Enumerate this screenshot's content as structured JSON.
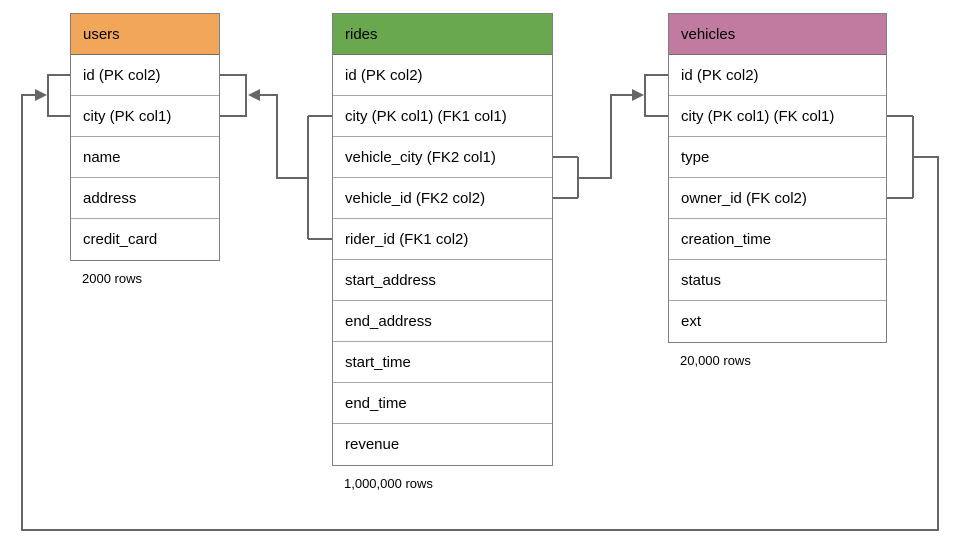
{
  "colors": {
    "connector": "#666666",
    "users_header": "#F2A65A",
    "rides_header": "#6AA84F",
    "vehicles_header": "#C27BA0",
    "cell_border": "#a6a6a6"
  },
  "tables": [
    {
      "name": "users",
      "header_color": "#F2A65A",
      "row_count": "2000 rows",
      "columns": [
        "id (PK col2)",
        "city (PK col1)",
        "name",
        "address",
        "credit_card"
      ]
    },
    {
      "name": "rides",
      "header_color": "#6AA84F",
      "row_count": "1,000,000 rows",
      "columns": [
        "id (PK col2)",
        "city (PK col1) (FK1 col1)",
        "vehicle_city (FK2 col1)",
        "vehicle_id (FK2 col2)",
        "rider_id (FK1 col2)",
        "start_address",
        "end_address",
        "start_time",
        "end_time",
        "revenue"
      ]
    },
    {
      "name": "vehicles",
      "header_color": "#C27BA0",
      "row_count": "20,000 rows",
      "columns": [
        "id (PK col2)",
        "city (PK col1) (FK col1)",
        "type",
        "owner_id (FK col2)",
        "creation_time",
        "status",
        "ext"
      ]
    }
  ],
  "relationships": [
    {
      "from": "rides (city FK1 col1, rider_id FK1 col2)",
      "to": "users (city, id)"
    },
    {
      "from": "rides (vehicle_city FK2 col1, vehicle_id FK2 col2)",
      "to": "vehicles (city, id)"
    },
    {
      "from": "vehicles (city FK col1, owner_id FK col2)",
      "to": "users (city, id)"
    }
  ]
}
